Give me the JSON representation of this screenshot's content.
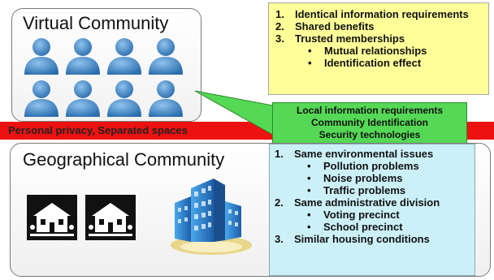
{
  "virtual": {
    "title": "Virtual Community",
    "items": [
      {
        "num": "1.",
        "text": "Identical information requirements"
      },
      {
        "num": "2.",
        "text": "Shared benefits"
      },
      {
        "num": "3.",
        "text": "Trusted memberships",
        "subs": [
          "Mutual relationships",
          "Identification effect"
        ]
      }
    ]
  },
  "bridge": {
    "lines": [
      "Local information requirements",
      "Community Identification",
      "Security technologies"
    ]
  },
  "separator": {
    "text": "Personal privacy, Separated spaces"
  },
  "geographical": {
    "title": "Geographical Community",
    "items": [
      {
        "num": "1.",
        "text": "Same environmental issues",
        "subs": [
          "Pollution problems",
          "Noise problems",
          "Traffic problems"
        ]
      },
      {
        "num": "2.",
        "text": "Same administrative division",
        "subs": [
          "Voting precinct",
          "School precinct"
        ]
      },
      {
        "num": "3.",
        "text": "Similar housing conditions"
      }
    ]
  },
  "colors": {
    "yellow": "#ffff99",
    "green": "#55d855",
    "cyan": "#ccf0f8",
    "red": "#ee1111",
    "person": "#3f85c8"
  },
  "icons": [
    "person-icon",
    "house-icon",
    "building-icon"
  ],
  "bullet": "•"
}
